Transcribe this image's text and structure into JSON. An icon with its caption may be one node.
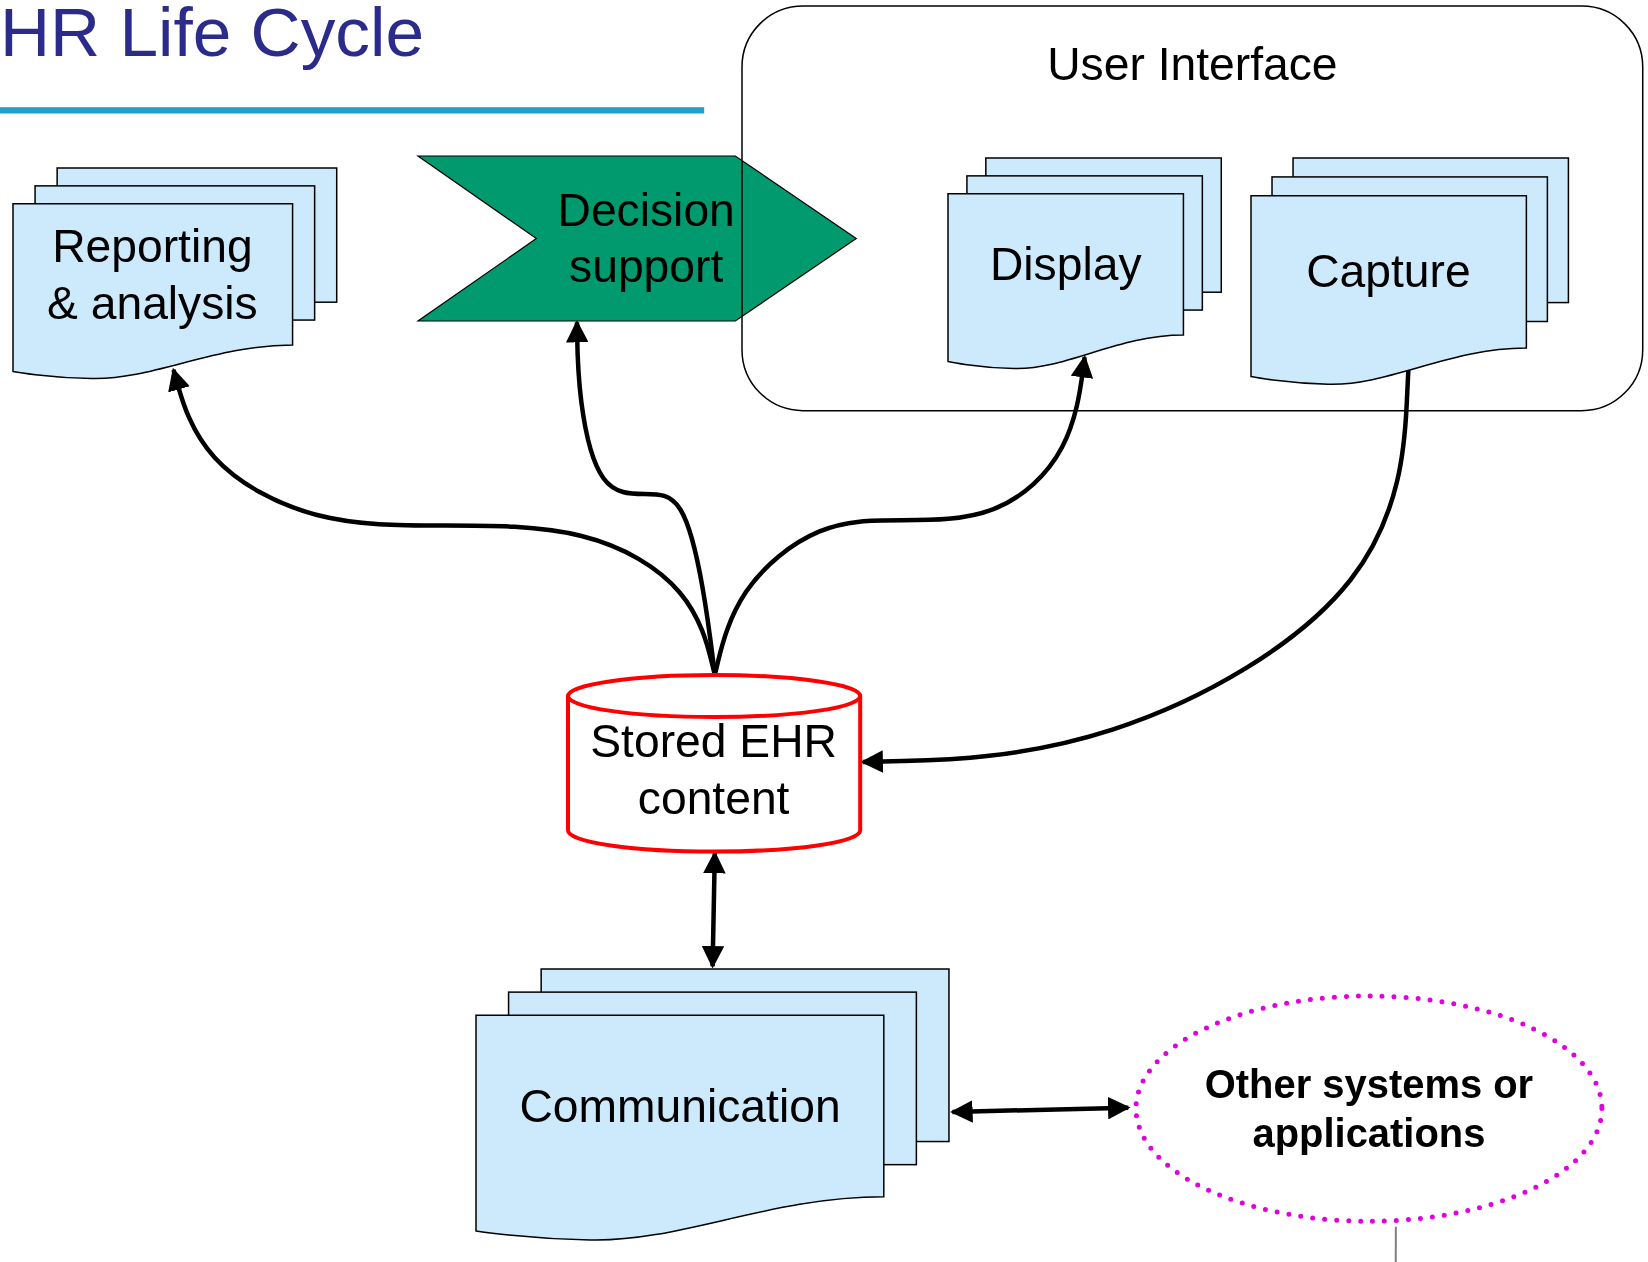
{
  "diagram": {
    "title": "HR Life Cycle",
    "nodes": [
      {
        "text": [
          "Reporting & analysis"
        ]
      },
      {
        "text": [
          "Decision support"
        ]
      },
      {
        "text": [
          "User Interface"
        ]
      },
      {
        "text": [
          "Display"
        ],
        "in": 2
      },
      {
        "text": [
          "Capture"
        ],
        "in": 2
      },
      {
        "text": [
          "Stored EHR content"
        ]
      },
      {
        "text": [
          "Communication"
        ]
      },
      {
        "text": [
          "Other systems or applications"
        ]
      }
    ],
    "edges": [
      {
        "from": 5,
        "to": 0,
        "arrow": "to"
      },
      {
        "from": 5,
        "to": 1,
        "arrow": "to"
      },
      {
        "from": 5,
        "to": 3,
        "arrow": "to"
      },
      {
        "from": 4,
        "to": 5,
        "arrow": "to"
      },
      {
        "from": 5,
        "to": 6,
        "arrow": "both"
      },
      {
        "from": 6,
        "to": 7,
        "arrow": "both"
      },
      {
        "from": 7,
        "to": null,
        "arrow": "none",
        "color": "#808080"
      }
    ]
  }
}
